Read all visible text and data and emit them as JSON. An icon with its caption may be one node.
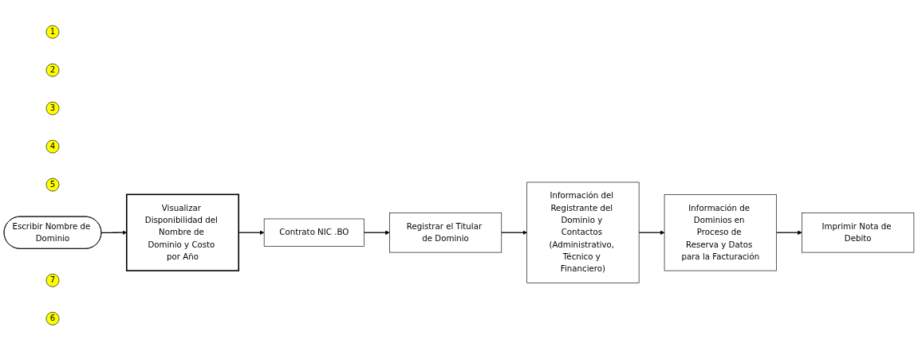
{
  "diagram": {
    "nodes": [
      {
        "text": [
          "1"
        ]
      },
      {
        "text": [
          "2"
        ]
      },
      {
        "text": [
          "3"
        ]
      },
      {
        "text": [
          "4"
        ]
      },
      {
        "text": [
          "5"
        ]
      },
      {
        "text": [
          "Escribir Nombre de Dominio"
        ]
      },
      {
        "text": [
          "Visualizar Disponibilidad del Nombre de Dominio y Costo por Año"
        ]
      },
      {
        "text": [
          "Contrato NIC .BO"
        ]
      },
      {
        "text": [
          "Registrar el Titular de Dominio"
        ]
      },
      {
        "text": [
          "Información del Registrante del Dominio y Contactos (Administrativo, Técnico y Financiero)"
        ]
      },
      {
        "text": [
          "Imprimir Nota de Debito"
        ]
      },
      {
        "text": [
          "Información de Dominios en Proceso de Reserva y Datos para la Facturación"
        ]
      },
      {
        "text": [
          "7"
        ]
      },
      {
        "text": [
          "6"
        ]
      }
    ],
    "edges": [
      {
        "from": 5,
        "to": 6,
        "arrow": "to"
      },
      {
        "from": 6,
        "to": 7,
        "arrow": "to"
      },
      {
        "from": 7,
        "to": 8,
        "arrow": "to"
      },
      {
        "from": 8,
        "to": 9,
        "arrow": "to"
      },
      {
        "from": 9,
        "to": 11,
        "arrow": "to"
      },
      {
        "from": 11,
        "to": 10,
        "arrow": "to"
      }
    ]
  }
}
